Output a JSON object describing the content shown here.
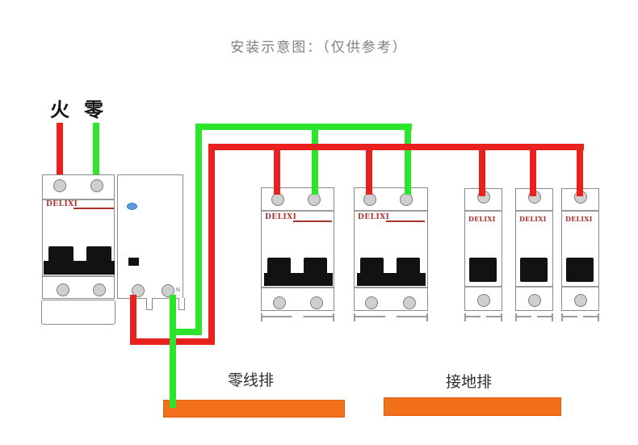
{
  "title": "安装示意图：（仅供参考）",
  "legend": {
    "live": "火",
    "neutral": "零"
  },
  "brand": "DELIXI",
  "module": {
    "neutral_terminal_label": "N"
  },
  "bus_bars": {
    "neutral_label": "零线排",
    "ground_label": "接地排"
  },
  "colors": {
    "live_wire": "#e8211f",
    "neutral_wire": "#2ce52c",
    "bus_bar": "#f3701a",
    "brand_text": "#a8322e"
  }
}
